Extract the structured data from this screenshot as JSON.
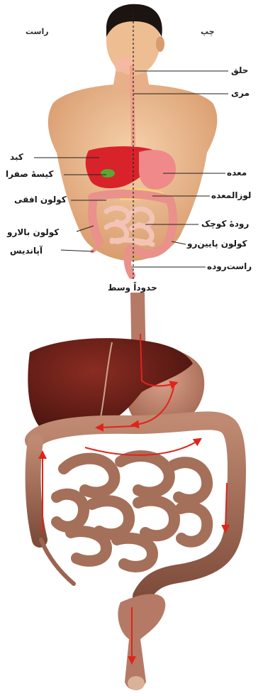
{
  "top": {
    "side_right": "راست",
    "side_left": "چپ",
    "midline": "حدوداً وسط",
    "labels": {
      "pharynx": "حلق",
      "esophagus": "مری",
      "stomach": "معده",
      "pancreas": "لوزالمعده",
      "small_intestine": "رودهٔ کوچک",
      "descending_colon": "کولون پایین‌رو",
      "rectum": "راست‌روده",
      "liver": "کبد",
      "gallbladder": "کیسهٔ صفرا",
      "transverse_colon": "کولون افقی",
      "ascending_colon": "کولون بالارو",
      "appendix": "آپاندیس"
    }
  },
  "colors": {
    "skin": "#f2c39a",
    "skin_shadow": "#d99c6e",
    "hair": "#1c1410",
    "liver": "#d8232a",
    "gallbladder": "#5aa832",
    "stomach": "#f08a8a",
    "intestine": "#f3c4b6",
    "colon": "#e9918a",
    "arrow": "#e0241b",
    "organ_liver_3d": "#6b1f17",
    "organ_gut_3d": "#a8705a"
  }
}
